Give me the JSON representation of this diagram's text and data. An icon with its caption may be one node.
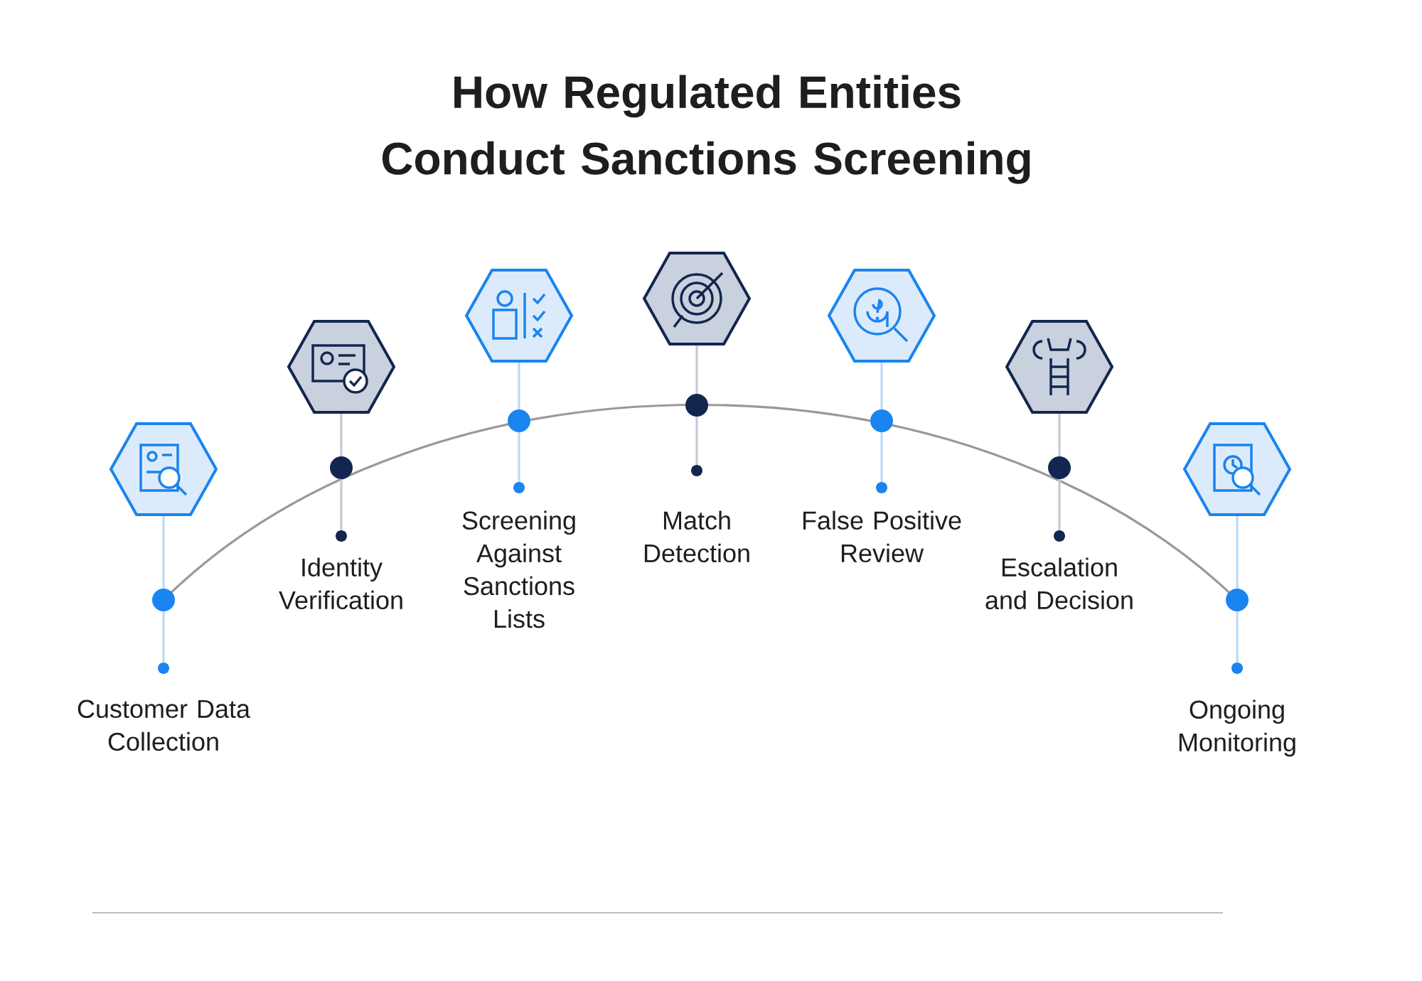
{
  "diagram": {
    "title": "How Regulated Entities Conduct Sanctions Screening",
    "nodes": [
      {
        "text": [
          "Customer Data Collection"
        ]
      },
      {
        "text": [
          "Identity Verification"
        ]
      },
      {
        "text": [
          "Screening Against Sanctions Lists"
        ]
      },
      {
        "text": [
          "Match Detection"
        ]
      },
      {
        "text": [
          "False Positive Review"
        ]
      },
      {
        "text": [
          "Escalation and Decision"
        ]
      },
      {
        "text": [
          "Ongoing Monitoring"
        ]
      }
    ]
  }
}
